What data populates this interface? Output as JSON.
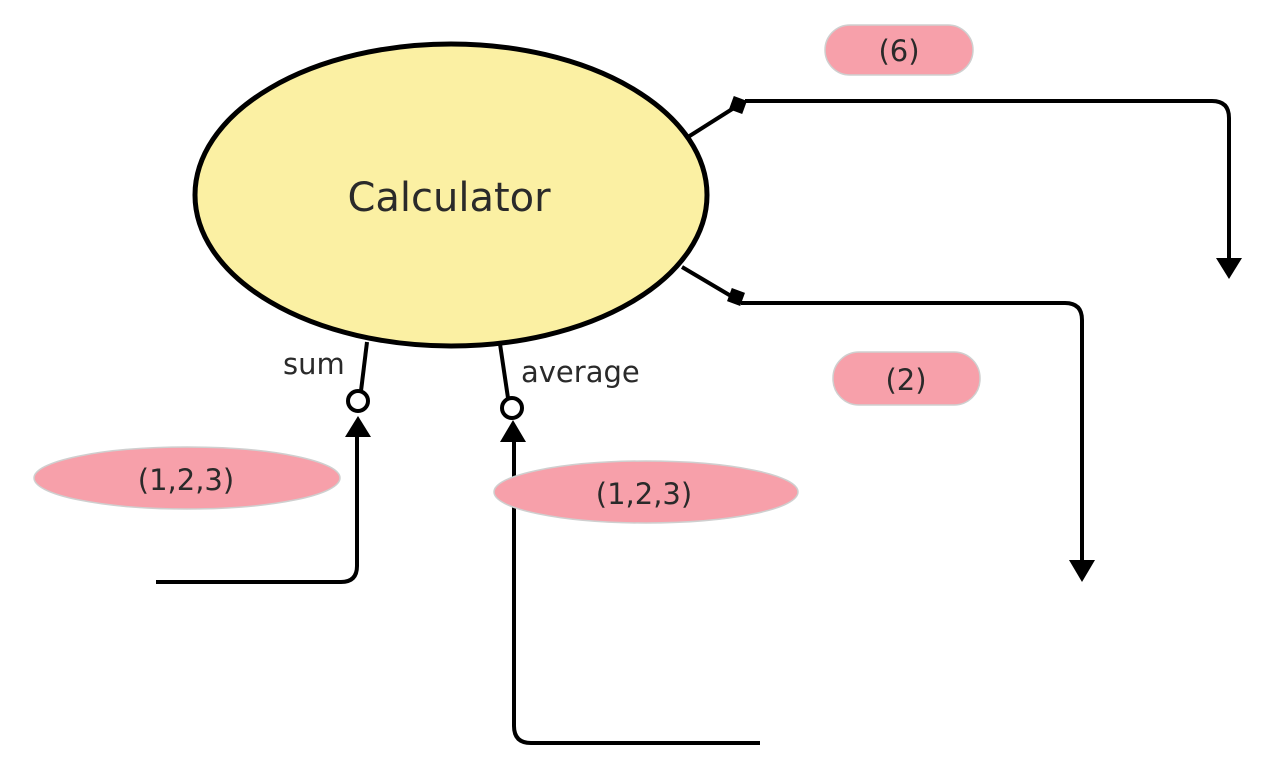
{
  "component": {
    "name": "Calculator",
    "fill": "#fbf0a3",
    "stroke": "#000000"
  },
  "ports": {
    "sum": "sum",
    "average": "average"
  },
  "messages": {
    "sum_in": "(1,2,3)",
    "average_in": "(1,2,3)",
    "sum_out": "(6)",
    "average_out": "(2)"
  },
  "colors": {
    "message_fill": "#f7a0aa",
    "message_border": "#cfcfcf",
    "line": "#000000"
  }
}
